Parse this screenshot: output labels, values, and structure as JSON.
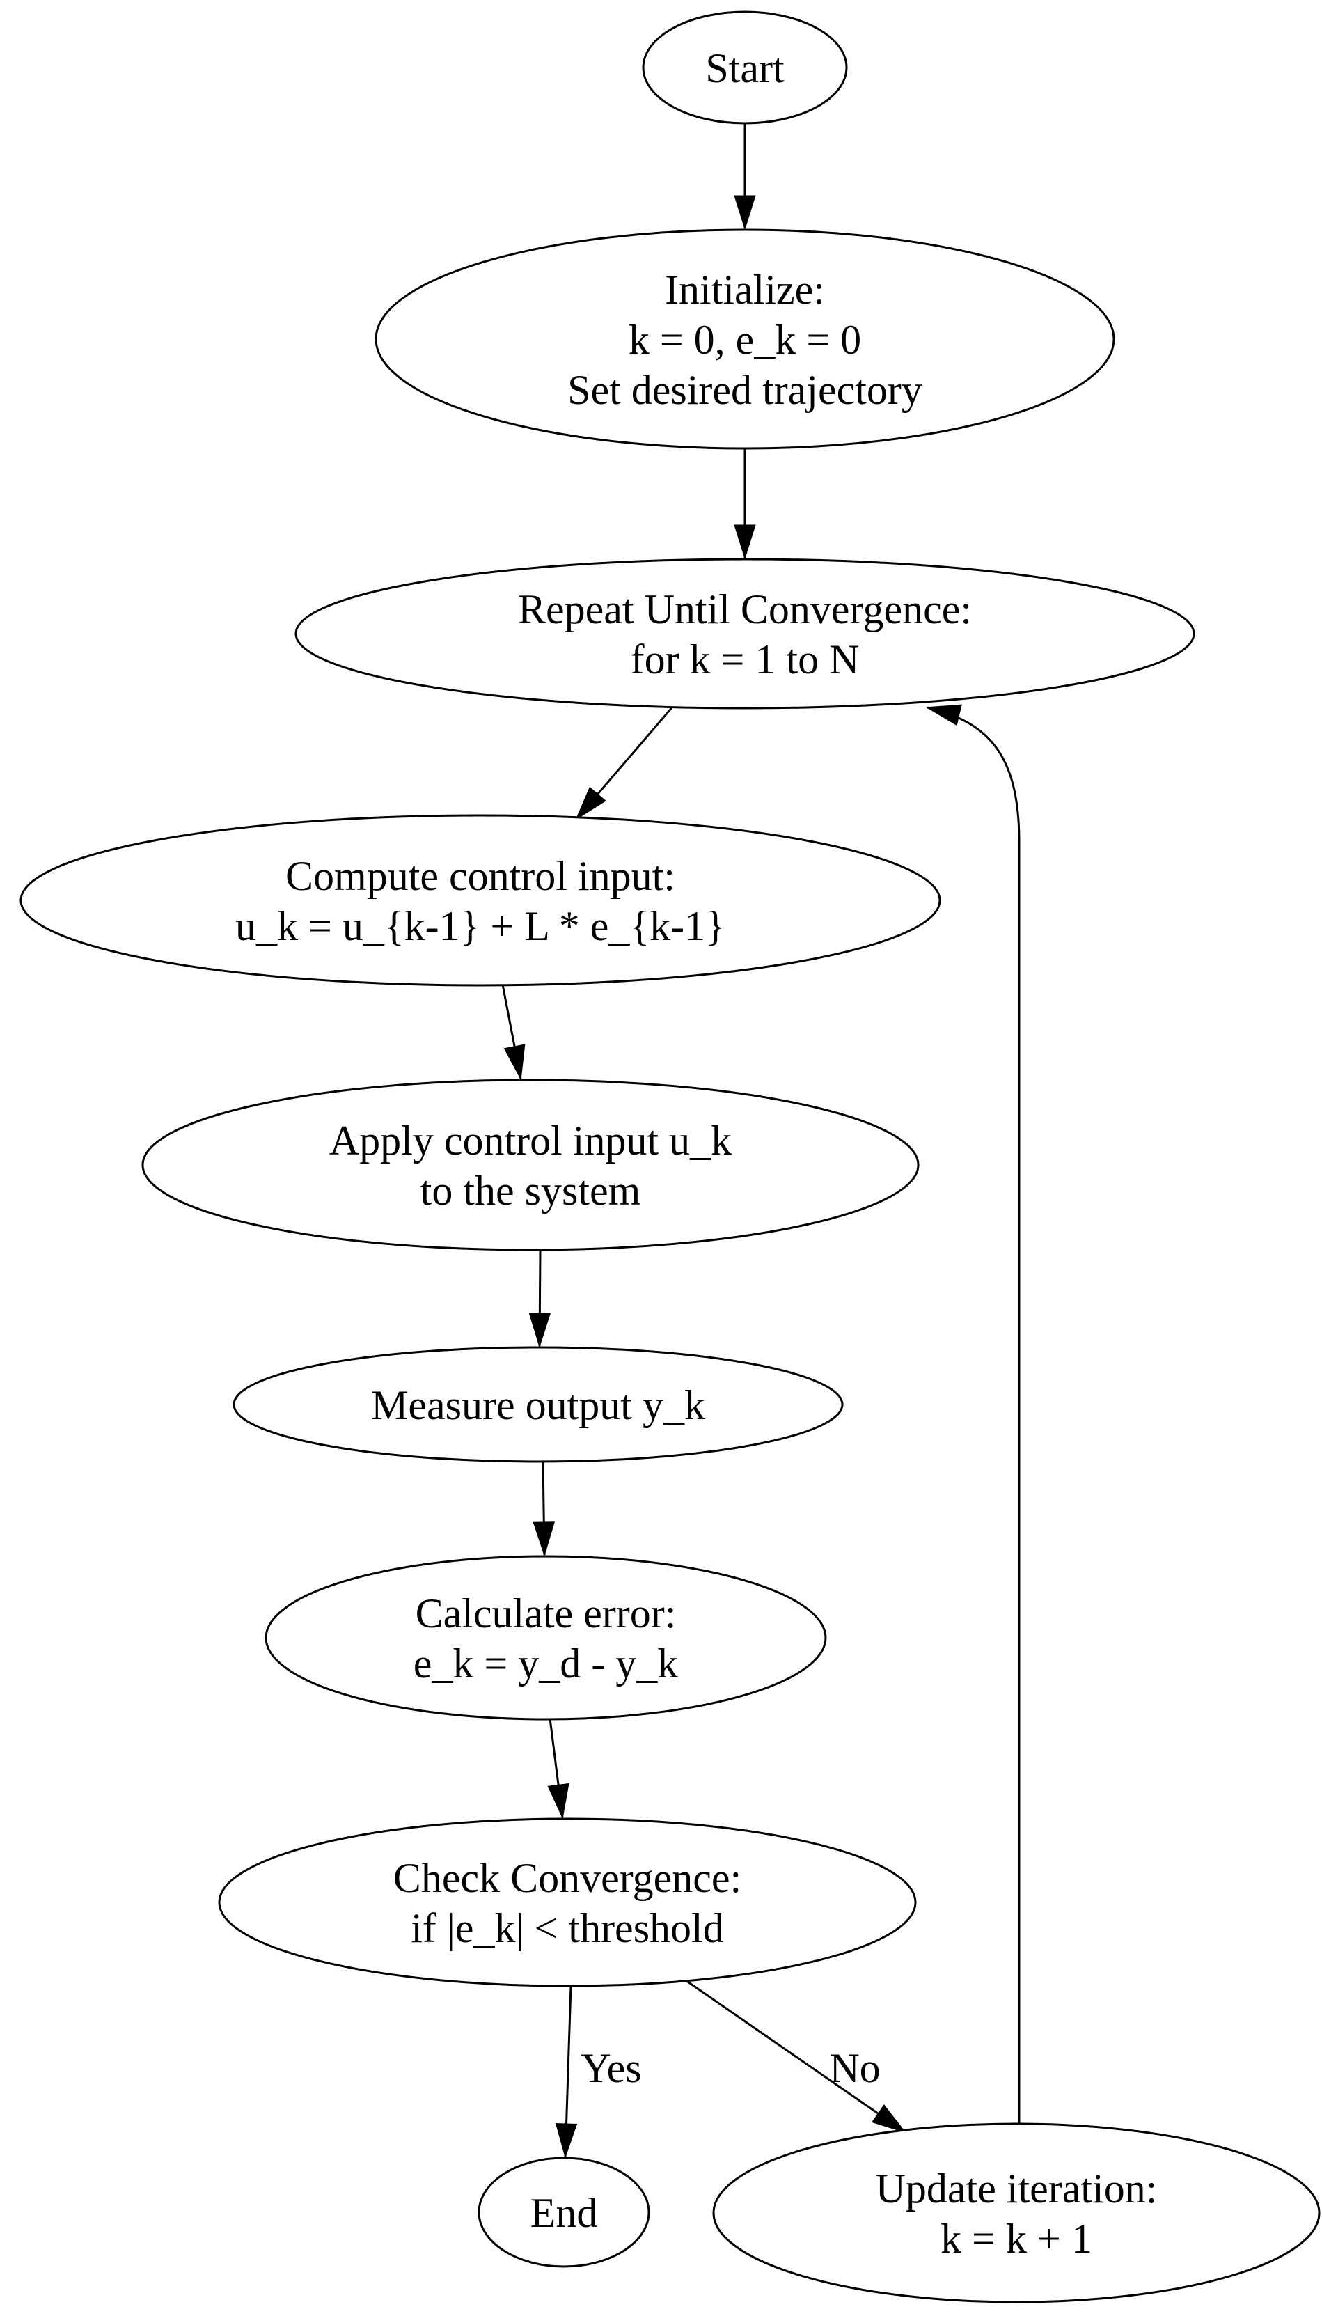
{
  "diagram": {
    "type": "flowchart",
    "colors": {
      "stroke": "#000000",
      "background": "#ffffff",
      "text": "#000000"
    },
    "nodes": [
      {
        "id": "start",
        "shape": "ellipse",
        "lines": [
          "Start"
        ]
      },
      {
        "id": "initialize",
        "shape": "ellipse",
        "lines": [
          "Initialize:",
          "k = 0, e_k = 0",
          "Set desired trajectory"
        ]
      },
      {
        "id": "repeat",
        "shape": "ellipse",
        "lines": [
          "Repeat Until Convergence:",
          "for k = 1 to N"
        ]
      },
      {
        "id": "compute",
        "shape": "ellipse",
        "lines": [
          "Compute control input:",
          "u_k = u_{k-1} + L * e_{k-1}"
        ]
      },
      {
        "id": "apply",
        "shape": "ellipse",
        "lines": [
          "Apply control input u_k",
          "to the system"
        ]
      },
      {
        "id": "measure",
        "shape": "ellipse",
        "lines": [
          "Measure output y_k"
        ]
      },
      {
        "id": "calculate",
        "shape": "ellipse",
        "lines": [
          "Calculate error:",
          "e_k = y_d - y_k"
        ]
      },
      {
        "id": "check",
        "shape": "ellipse",
        "lines": [
          "Check Convergence:",
          "if |e_k| < threshold"
        ]
      },
      {
        "id": "end",
        "shape": "ellipse",
        "lines": [
          "End"
        ]
      },
      {
        "id": "update",
        "shape": "ellipse",
        "lines": [
          "Update iteration:",
          "k = k + 1"
        ]
      }
    ],
    "edge_labels": {
      "yes": "Yes",
      "no": "No"
    },
    "edges": [
      {
        "from": "start",
        "to": "initialize",
        "label": ""
      },
      {
        "from": "initialize",
        "to": "repeat",
        "label": ""
      },
      {
        "from": "repeat",
        "to": "compute",
        "label": ""
      },
      {
        "from": "compute",
        "to": "apply",
        "label": ""
      },
      {
        "from": "apply",
        "to": "measure",
        "label": ""
      },
      {
        "from": "measure",
        "to": "calculate",
        "label": ""
      },
      {
        "from": "calculate",
        "to": "check",
        "label": ""
      },
      {
        "from": "check",
        "to": "end",
        "label": "Yes"
      },
      {
        "from": "check",
        "to": "update",
        "label": "No"
      },
      {
        "from": "update",
        "to": "repeat",
        "label": ""
      }
    ]
  }
}
